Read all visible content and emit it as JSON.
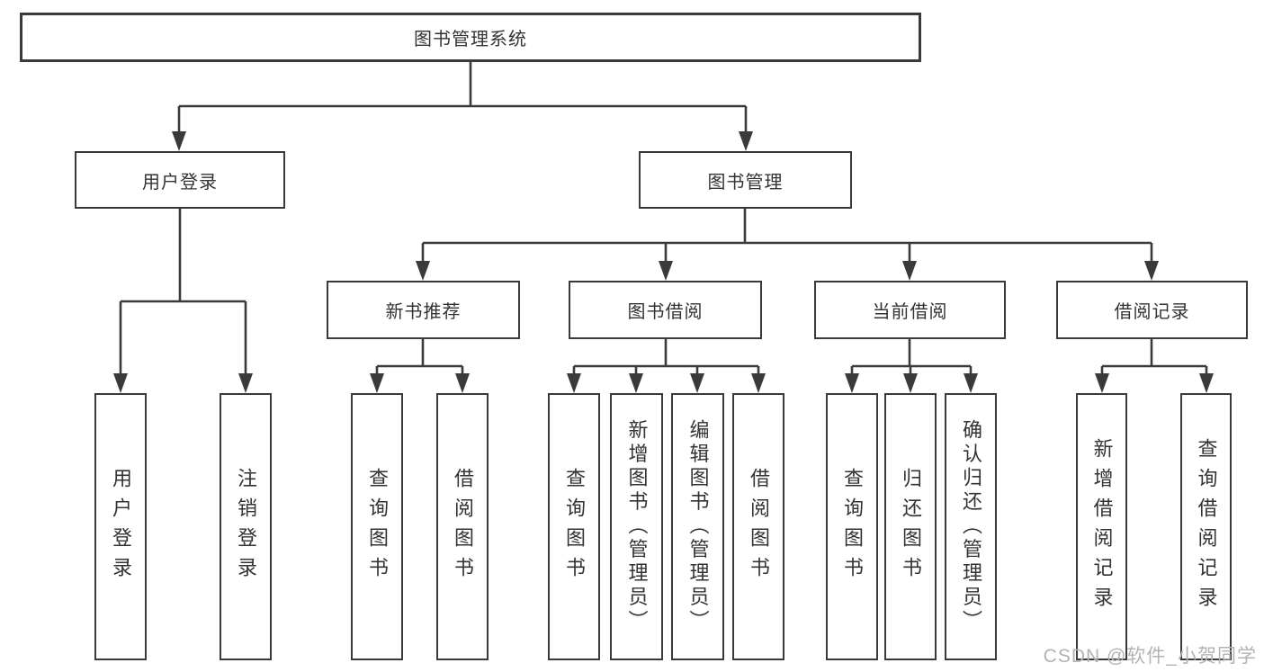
{
  "diagram": {
    "root": {
      "label": "图书管理系统"
    },
    "branches": [
      {
        "label": "用户登录",
        "children": [
          {
            "label": "用户登录"
          },
          {
            "label": "注销登录"
          }
        ]
      },
      {
        "label": "图书管理",
        "children": [
          {
            "label": "新书推荐",
            "children": [
              {
                "label": "查询图书"
              },
              {
                "label": "借阅图书"
              }
            ]
          },
          {
            "label": "图书借阅",
            "children": [
              {
                "label": "查询图书"
              },
              {
                "label": "新增图书（管理员）"
              },
              {
                "label": "编辑图书（管理员）"
              },
              {
                "label": "借阅图书"
              }
            ]
          },
          {
            "label": "当前借阅",
            "children": [
              {
                "label": "查询图书"
              },
              {
                "label": "归还图书"
              },
              {
                "label": "确认归还（管理员）"
              }
            ]
          },
          {
            "label": "借阅记录",
            "children": [
              {
                "label": "新增借阅记录"
              },
              {
                "label": "查询借阅记录"
              }
            ]
          }
        ]
      }
    ],
    "watermark": "CSDN @软件_小贺同学",
    "colors": {
      "line": "#3a3a3a",
      "box_bg": "#ffffff",
      "text": "#333333",
      "watermark": "#b3b3b3"
    }
  }
}
